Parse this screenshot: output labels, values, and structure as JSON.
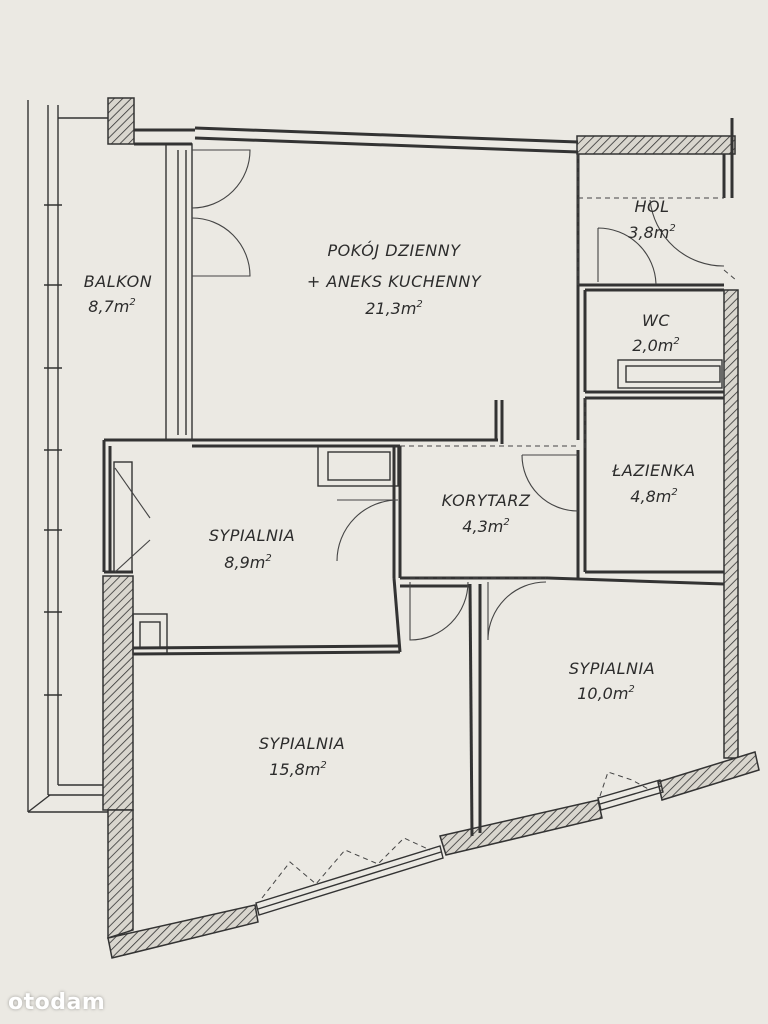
{
  "rooms": {
    "balkon": {
      "name": "BALKON",
      "area": "8,7m",
      "unit_sup": "2"
    },
    "pokoj_dzienny": {
      "name_line1": "POKÓJ DZIENNY",
      "name_line2": "+ ANEKS KUCHENNY",
      "area": "21,3m",
      "unit_sup": "2"
    },
    "hol": {
      "name": "HOL",
      "area": "3,8m",
      "unit_sup": "2"
    },
    "wc": {
      "name": "WC",
      "area": "2,0m",
      "unit_sup": "2"
    },
    "lazienka": {
      "name": "ŁAZIENKA",
      "area": "4,8m",
      "unit_sup": "2"
    },
    "korytarz": {
      "name": "KORYTARZ",
      "area": "4,3m",
      "unit_sup": "2"
    },
    "sypialnia_small": {
      "name": "SYPIALNIA",
      "area": "8,9m",
      "unit_sup": "2"
    },
    "sypialnia_right": {
      "name": "SYPIALNIA",
      "area": "10,0m",
      "unit_sup": "2"
    },
    "sypialnia_large": {
      "name": "SYPIALNIA",
      "area": "15,8m",
      "unit_sup": "2"
    }
  },
  "watermark": {
    "text": "otodam"
  },
  "colors": {
    "paper": "#ebe9e3",
    "ink": "#333333"
  }
}
